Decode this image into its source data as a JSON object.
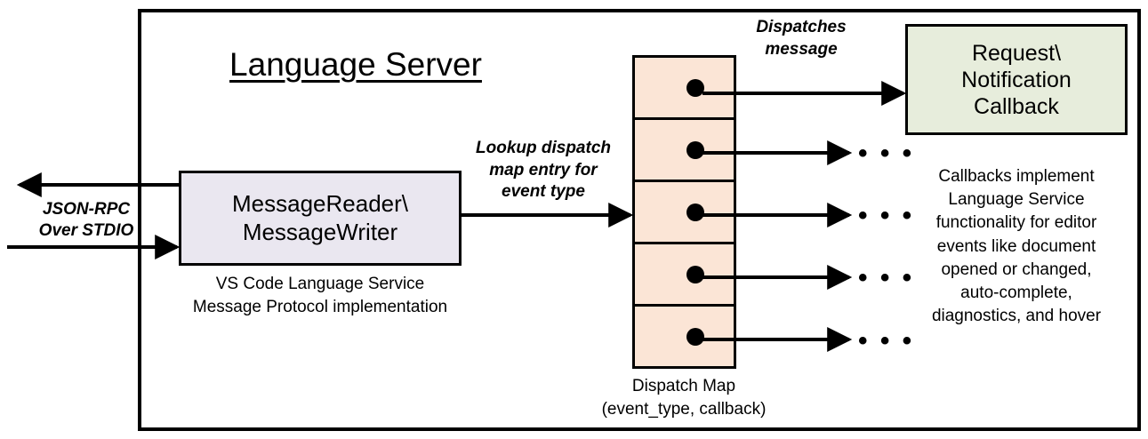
{
  "diagram": {
    "title": "Language Server",
    "outer_border_color": "#000000",
    "background": "#ffffff"
  },
  "external_io": {
    "label": "JSON-RPC\nOver STDIO",
    "outbound_arrow": "arrow-left-out",
    "inbound_arrow": "arrow-right-in"
  },
  "message_block": {
    "title": "MessageReader\\\nMessageWriter",
    "caption": "VS Code Language Service\nMessage Protocol implementation",
    "fill": "#EAE7F0",
    "stroke": "#000000"
  },
  "lookup": {
    "label": "Lookup dispatch\nmap entry for\nevent type"
  },
  "dispatch_map": {
    "caption": "Dispatch Map\n(event_type, callback)",
    "fill": "#FBE5D6",
    "stroke": "#000000",
    "row_count": 5,
    "rows": [
      {
        "name": "dispatch-row-1",
        "has_dot": true,
        "target": "callback-box"
      },
      {
        "name": "dispatch-row-2",
        "has_dot": true,
        "target": "ellipsis"
      },
      {
        "name": "dispatch-row-3",
        "has_dot": true,
        "target": "ellipsis"
      },
      {
        "name": "dispatch-row-4",
        "has_dot": true,
        "target": "ellipsis"
      },
      {
        "name": "dispatch-row-5",
        "has_dot": true,
        "target": "ellipsis"
      }
    ],
    "ellipsis_glyph": "• • •"
  },
  "dispatch_message": {
    "label": "Dispatches\nmessage"
  },
  "callback": {
    "title": "Request\\\nNotification\nCallback",
    "caption": "Callbacks implement\nLanguage Service\nfunctionality for editor\nevents like document\nopened or changed,\nauto-complete,\ndiagnostics, and hover",
    "fill": "#E7EDDC",
    "stroke": "#000000"
  }
}
